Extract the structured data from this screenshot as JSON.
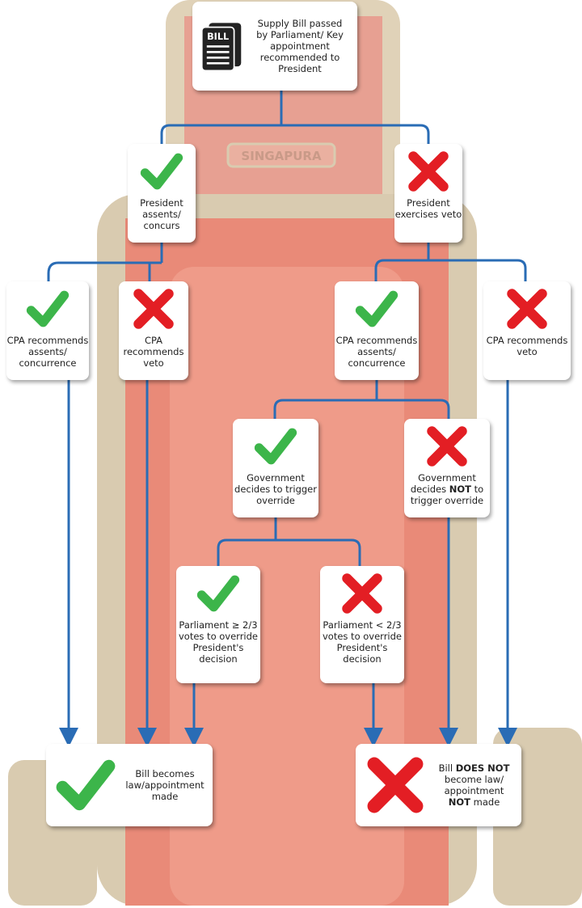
{
  "colors": {
    "check": "#3cb54a",
    "cross": "#e31e24",
    "connector": "#2a6cb5",
    "chair_frame": "#d9cbb0",
    "chair_seat": "#e98a78"
  },
  "chair_crest": "SINGAPURA",
  "start": {
    "icon_label": "BILL",
    "text": "Supply Bill passed by Parliament/ Key appointment recommended to President"
  },
  "president_assents": {
    "icon": "check-icon",
    "text": "President assents/ concurs"
  },
  "president_veto": {
    "icon": "cross-icon",
    "text": "President exercises veto"
  },
  "cpa_left_assent": {
    "icon": "check-icon",
    "text": "CPA recommends assents/ concurrence"
  },
  "cpa_left_veto": {
    "icon": "cross-icon",
    "text": "CPA recommends veto"
  },
  "cpa_right_assent": {
    "icon": "check-icon",
    "text": "CPA recommends assents/ concurrence"
  },
  "cpa_right_veto": {
    "icon": "cross-icon",
    "text": "CPA recommends veto"
  },
  "govt_trigger": {
    "icon": "check-icon",
    "text": "Government decides to trigger override"
  },
  "govt_not_trigger": {
    "icon": "cross-icon",
    "pre": "Government decides ",
    "bold": "NOT",
    "post": " to trigger override"
  },
  "parl_pass": {
    "icon": "check-icon",
    "text": "Parliament ≥ 2/3 votes to override President's decision"
  },
  "parl_fail": {
    "icon": "cross-icon",
    "text": "Parliament < 2/3 votes to override President's decision"
  },
  "outcome_law": {
    "icon": "check-icon",
    "text": "Bill becomes law/appointment made"
  },
  "outcome_not": {
    "icon": "cross-icon",
    "pre": "Bill ",
    "bold1": "DOES NOT",
    "mid": " become law/ appointment ",
    "bold2": "NOT",
    "post": " made"
  }
}
